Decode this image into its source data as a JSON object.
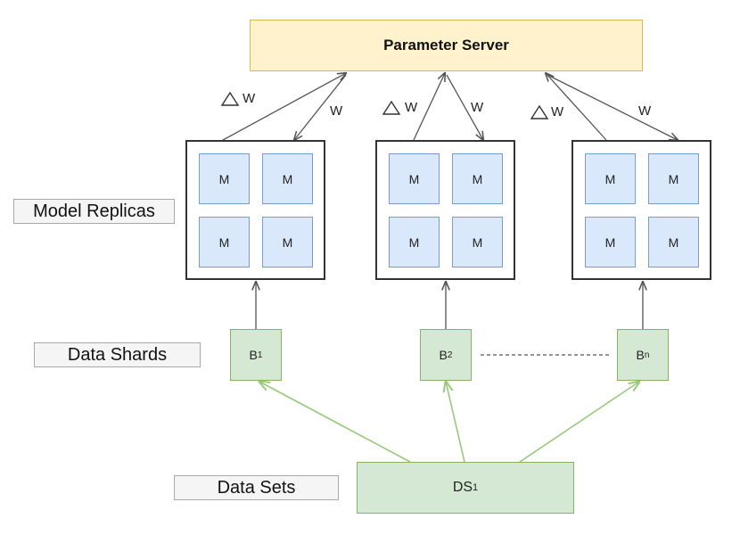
{
  "parameter_server": {
    "label": "Parameter Server"
  },
  "row_labels": {
    "model_replicas": "Model Replicas",
    "data_shards": "Data Shards",
    "data_sets": "Data Sets"
  },
  "replicas": [
    {
      "cells": [
        "M",
        "M",
        "M",
        "M"
      ],
      "delta_w": "W",
      "w": "W"
    },
    {
      "cells": [
        "M",
        "M",
        "M",
        "M"
      ],
      "delta_w": "W",
      "w": "W"
    },
    {
      "cells": [
        "M",
        "M",
        "M",
        "M"
      ],
      "delta_w": "W",
      "w": "W"
    }
  ],
  "shards": [
    {
      "base": "B",
      "sub": "1"
    },
    {
      "base": "B",
      "sub": "2"
    },
    {
      "base": "B",
      "sub": "n"
    }
  ],
  "dataset": {
    "base": "DS",
    "sub": "1"
  },
  "colors": {
    "param_server_fill": "#fff2cc",
    "model_cell_fill": "#dae8fc",
    "data_fill": "#d5e8d4",
    "data_arrow": "#97c97a",
    "arrow": "#555555"
  }
}
